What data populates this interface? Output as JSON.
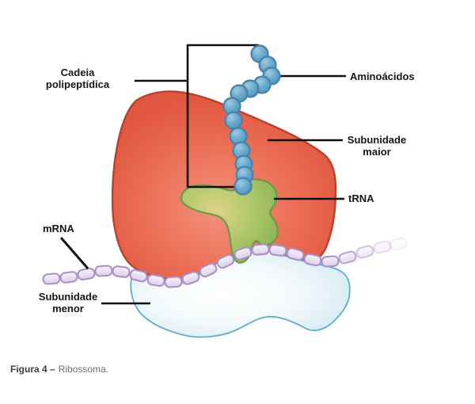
{
  "diagram": {
    "type": "biology-figure",
    "subject": "ribosome",
    "labels": {
      "polypeptide_chain": {
        "line1": "Cadeia",
        "line2": "polipeptídica"
      },
      "amino_acids": "Aminoácidos",
      "large_subunit": {
        "line1": "Subunidade",
        "line2": "maior"
      },
      "trna": "tRNA",
      "mrna": "mRNA",
      "small_subunit": {
        "line1": "Subunidade",
        "line2": "menor"
      }
    },
    "caption": {
      "prefix": "Figura 4 –",
      "text": "Ribossoma."
    },
    "colors": {
      "large_subunit_fill": "#e96e56",
      "large_subunit_outline": "#b8402f",
      "small_subunit_fill": "#e8f4f9",
      "small_subunit_outline": "#5cafc9",
      "trna_fill": "#a7c468",
      "trna_outline": "#6f9a41",
      "mrna_fill": "#ece4f4",
      "mrna_outline": "#a98fc7",
      "amino_acid_fill": "#6aaace",
      "amino_acid_outline": "#4583ab",
      "callout_line": "#111111"
    }
  }
}
